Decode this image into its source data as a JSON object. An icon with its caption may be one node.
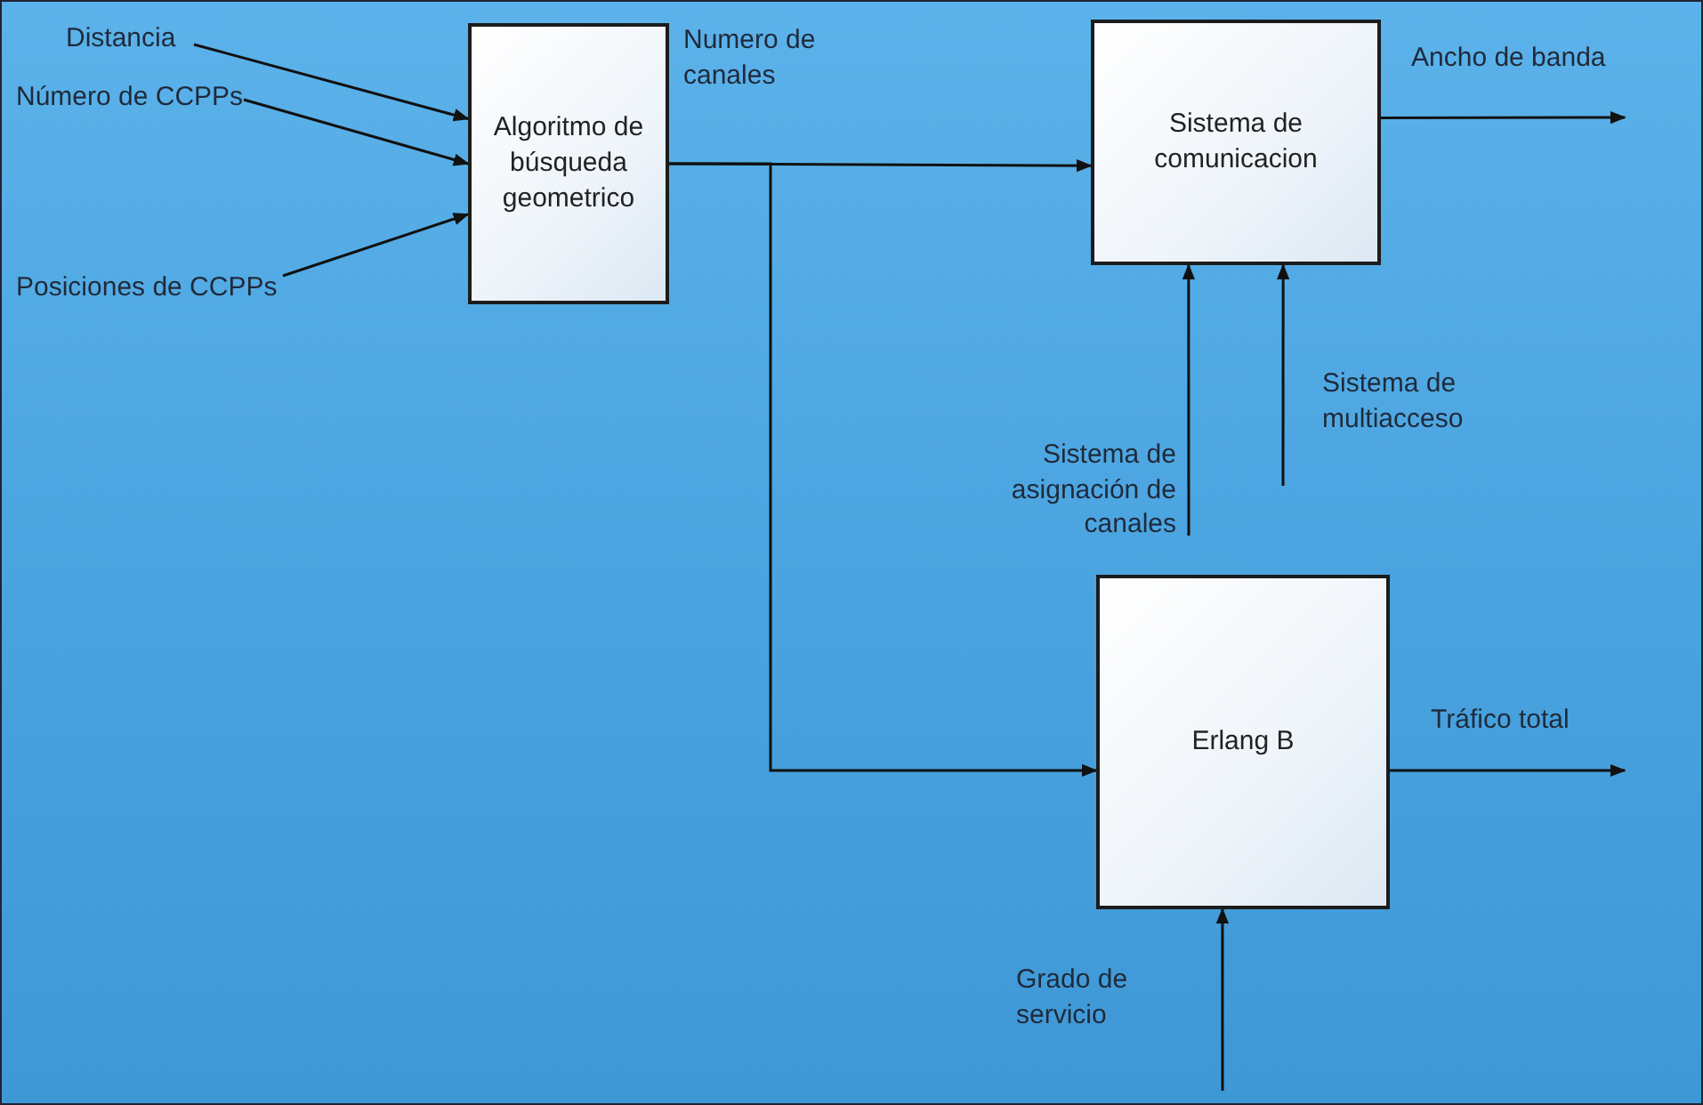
{
  "diagram": {
    "nodes": [
      {
        "text": [
          "Distancia"
        ]
      },
      {
        "text": [
          "Número de CCPPs"
        ]
      },
      {
        "text": [
          "Posiciones de CCPPs"
        ]
      },
      {
        "text": [
          "Algoritmo de búsqueda geometrico"
        ]
      },
      {
        "text": [
          "Sistema de comunicacion"
        ]
      },
      {
        "text": [
          "Erlang B"
        ]
      }
    ],
    "edges": [
      {
        "from": 0,
        "to": 3,
        "arrow": "to"
      },
      {
        "from": 1,
        "to": 3,
        "arrow": "to"
      },
      {
        "from": 2,
        "to": 3,
        "arrow": "to"
      },
      {
        "from": 3,
        "to": 4,
        "arrow": "to",
        "label": "Numero de canales"
      },
      {
        "from": 3,
        "to": 5,
        "arrow": "to"
      },
      {
        "from": 4,
        "to": null,
        "arrow": "to",
        "label": "Ancho de banda"
      },
      {
        "from": null,
        "to": 4,
        "arrow": "to",
        "label": "Sistema de asignación de canales"
      },
      {
        "from": null,
        "to": 4,
        "arrow": "to",
        "label": "Sistema de multiacceso"
      },
      {
        "from": 5,
        "to": null,
        "arrow": "to",
        "label": "Tráfico total"
      },
      {
        "from": null,
        "to": 5,
        "arrow": "to",
        "label": "Grado de servicio"
      }
    ]
  }
}
